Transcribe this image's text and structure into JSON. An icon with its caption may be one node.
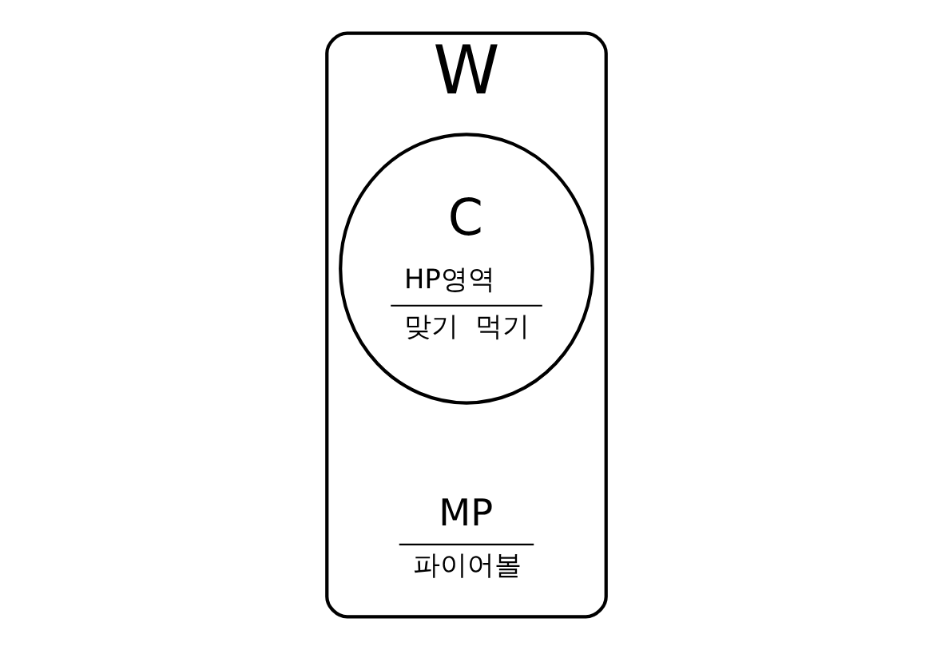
{
  "diagram": {
    "nodes": [
      {
        "text": [
          "W"
        ]
      },
      {
        "text": [
          "C",
          "HP영역",
          "맞기",
          "먹기"
        ],
        "in": 0
      },
      {
        "text": [
          "MP",
          "파이어볼"
        ],
        "in": 0
      }
    ],
    "edges": []
  }
}
